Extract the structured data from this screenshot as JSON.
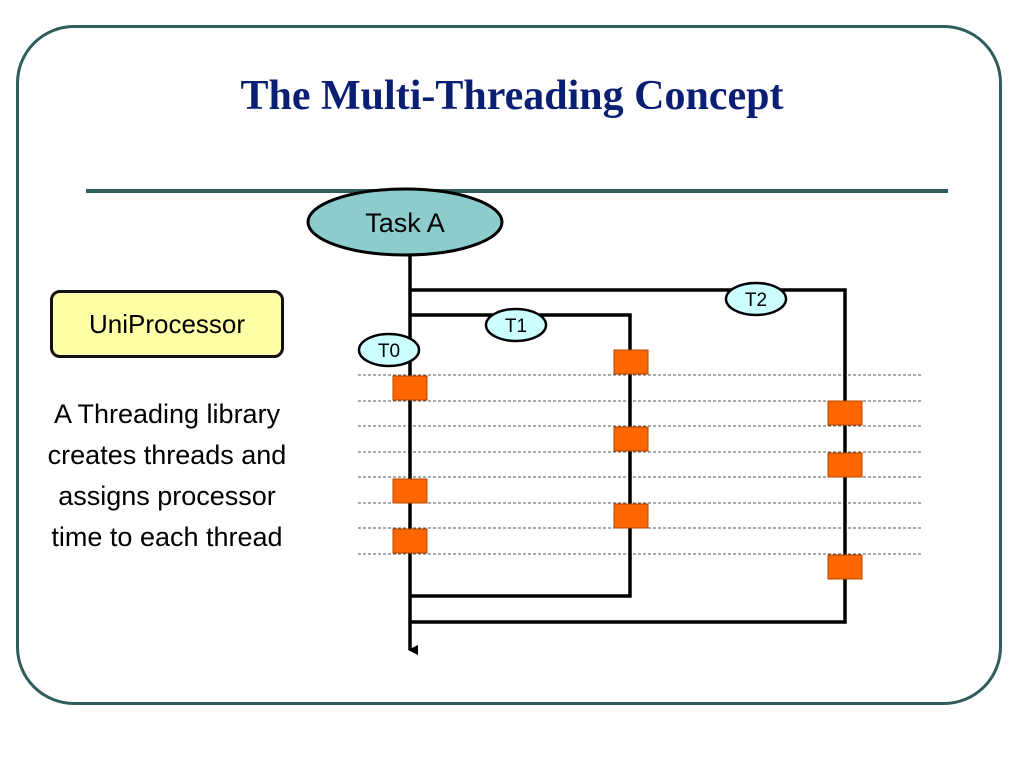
{
  "title": "The Multi-Threading Concept",
  "processor_label": "UniProcessor",
  "description": "A Threading library creates threads and assigns processor time to each thread",
  "diagram": {
    "task_label": "Task A",
    "threads": [
      "T0",
      "T1",
      "T2"
    ]
  },
  "colors": {
    "title": "#0a1f73",
    "frame": "#2f5c5c",
    "task_fill": "#8ccccc",
    "thread_label_fill": "#ccffff",
    "time_slice": "#ff6600",
    "processor_box": "#ffffa8"
  }
}
